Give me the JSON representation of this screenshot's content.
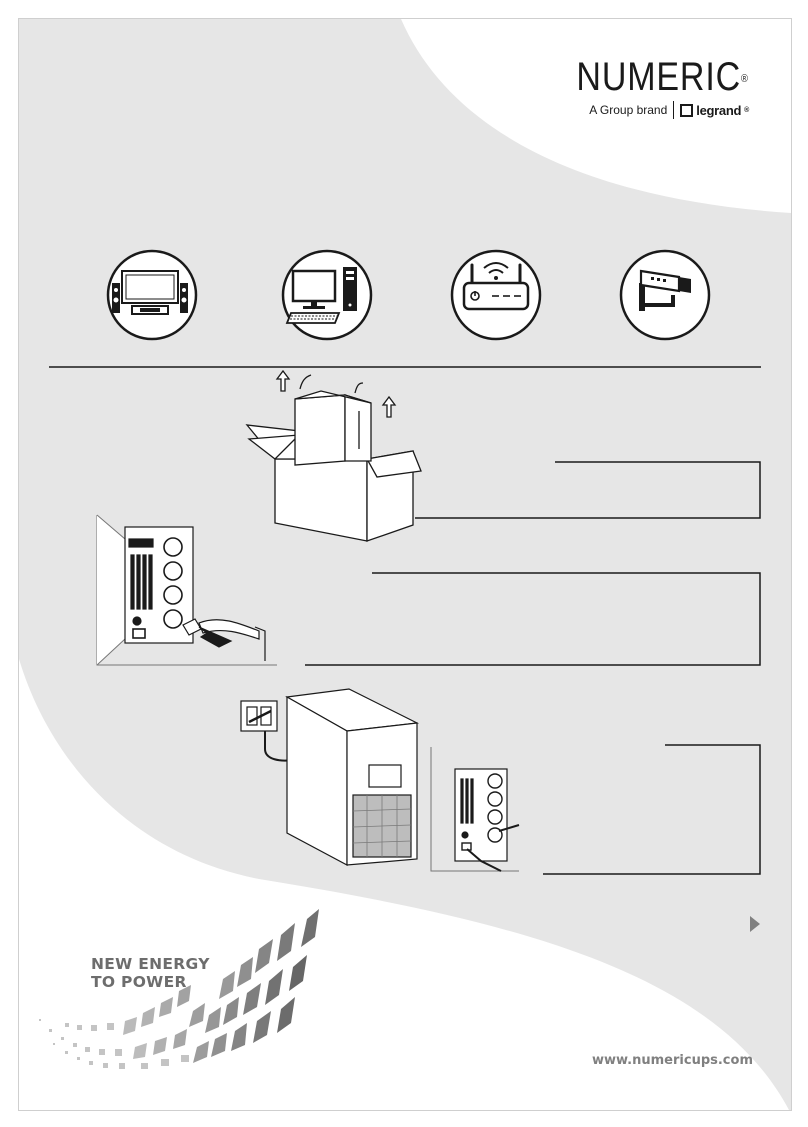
{
  "brand": {
    "name": "NUMERIC",
    "registered": "®",
    "group_text": "A Group brand",
    "parent_brand": "legrand",
    "parent_registered": "®"
  },
  "device_icons": [
    "home-theater-icon",
    "desktop-computer-icon",
    "wifi-router-icon",
    "security-camera-icon"
  ],
  "steps": [
    {
      "name": "unpack-ups",
      "description": ""
    },
    {
      "name": "connect-power-cord",
      "description": ""
    },
    {
      "name": "plug-in-devices",
      "description": ""
    }
  ],
  "slogan": {
    "line1": "NEW ENERGY",
    "line2": "TO POWER"
  },
  "website": "www.numericups.com",
  "colors": {
    "background_swoosh": "#e6e6e6",
    "ink": "#1a1a1a",
    "slogan": "#6d6d6d"
  }
}
